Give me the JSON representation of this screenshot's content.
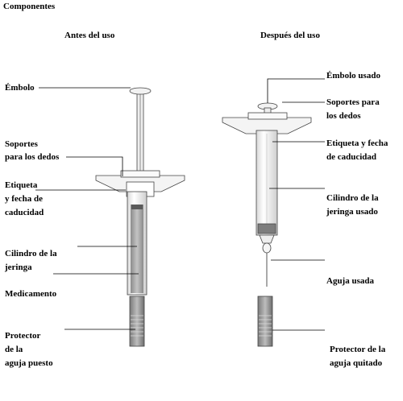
{
  "title": "Componentes",
  "before": {
    "heading": "Antes del uso",
    "labels": {
      "plunger": "Émbolo",
      "finger_grips_1": "Soportes",
      "finger_grips_2": "para los dedos",
      "label_1": "Etiqueta",
      "label_2": "y fecha de",
      "label_3": "caducidad",
      "barrel_1": "Cilindro de la",
      "barrel_2": "jeringa",
      "medicine": "Medicamento",
      "shield_1": "Protector",
      "shield_2": "de la",
      "shield_3": "aguja puesto"
    }
  },
  "after": {
    "heading": "Después del uso",
    "labels": {
      "plunger": "Émbolo usado",
      "finger_grips_1": "Soportes para",
      "finger_grips_2": "los dedos",
      "label_1": "Etiqueta y fecha",
      "label_2": "de caducidad",
      "barrel_1": "Cilindro de la",
      "barrel_2": "jeringa usado",
      "needle": "Aguja usada",
      "shield_1": "Protector de la",
      "shield_2": "aguja quitado"
    }
  }
}
